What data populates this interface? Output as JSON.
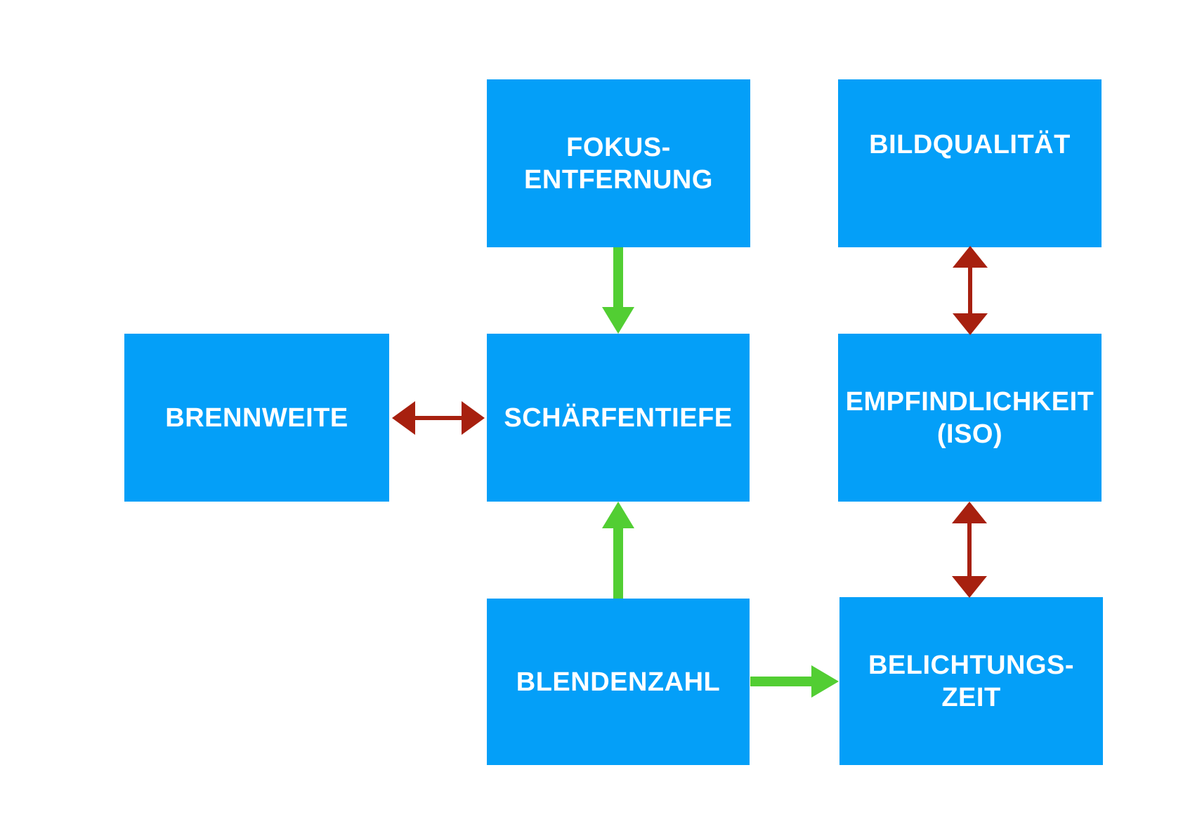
{
  "diagram": {
    "title": "",
    "language": "de",
    "boxes": {
      "fokus": {
        "line1": "FOKUS-",
        "line2": "ENTFERNUNG"
      },
      "bildqualitaet": {
        "line1": "BILDQUALITÄT"
      },
      "brennweite": {
        "line1": "BRENNWEITE"
      },
      "schaerfentiefe": {
        "line1": "SCHÄRFENTIEFE"
      },
      "empfindlichkeit": {
        "line1": "EMPFINDLICHKEIT",
        "line2": "(ISO)"
      },
      "blendenzahl": {
        "line1": "BLENDENZAHL"
      },
      "belichtungszeit": {
        "line1": "BELICHTUNGS-",
        "line2": "ZEIT"
      }
    },
    "arrows": [
      {
        "id": "fokus-to-schaerfentiefe",
        "from": "fokus",
        "to": "schaerfentiefe",
        "style": "single-head",
        "color": "#52ce33",
        "direction": "down"
      },
      {
        "id": "blendenzahl-to-schaerfentiefe",
        "from": "blendenzahl",
        "to": "schaerfentiefe",
        "style": "single-head",
        "color": "#52ce33",
        "direction": "up"
      },
      {
        "id": "blendenzahl-to-belichtungszeit",
        "from": "blendenzahl",
        "to": "belichtungszeit",
        "style": "single-head",
        "color": "#52ce33",
        "direction": "right"
      },
      {
        "id": "brennweite-schaerfentiefe",
        "from": "brennweite",
        "to": "schaerfentiefe",
        "style": "double-head",
        "color": "#a7200f",
        "orientation": "horizontal"
      },
      {
        "id": "bildqualitaet-empfindlichkeit",
        "from": "bildqualitaet",
        "to": "empfindlichkeit",
        "style": "double-head",
        "color": "#a7200f",
        "orientation": "vertical"
      },
      {
        "id": "empfindlichkeit-belichtungszeit",
        "from": "empfindlichkeit",
        "to": "belichtungszeit",
        "style": "double-head",
        "color": "#a7200f",
        "orientation": "vertical"
      }
    ],
    "colors": {
      "box_fill": "#049ff8",
      "box_text": "#ffffff",
      "green_arrow": "#52ce33",
      "red_arrow": "#a7200f",
      "canvas_bg": "#ffffff"
    }
  }
}
